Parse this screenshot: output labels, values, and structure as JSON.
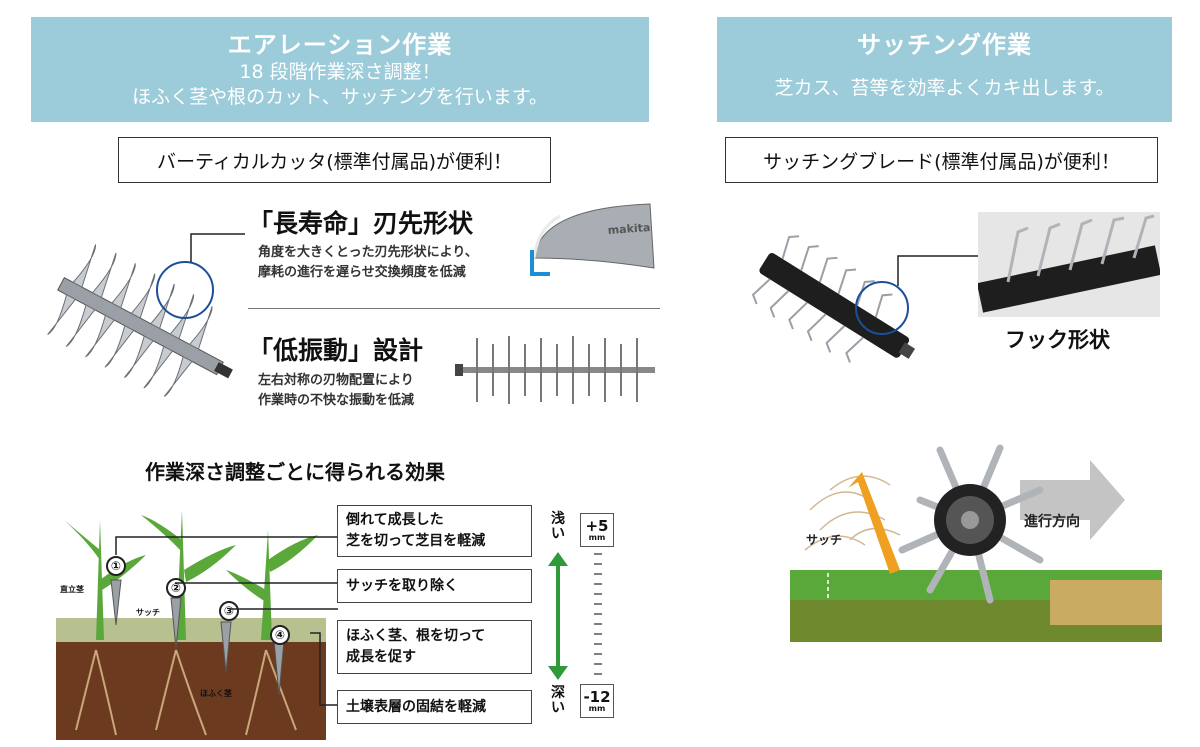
{
  "left": {
    "banner": {
      "title": "エアレーション作業",
      "line1": "18 段階作業深さ調整！",
      "line2": "ほふく茎や根のカット、サッチングを行います。"
    },
    "tool_label": "バーティカルカッタ(標準付属品)が便利！",
    "feature1": {
      "title": "「長寿命」刃先形状",
      "desc1": "角度を大きくとった刃先形状により、",
      "desc2": "摩耗の進行を遅らせ交換頻度を低減",
      "blade_mark": "makita"
    },
    "feature2": {
      "title": "「低振動」設計",
      "desc1": "左右対称の刃物配置により",
      "desc2": "作業時の不快な振動を低減"
    },
    "effects": {
      "title": "作業深さ調整ごとに得られる効果",
      "items": [
        {
          "num": "①",
          "line1": "倒れて成長した",
          "line2": "芝を切って芝目を軽減"
        },
        {
          "num": "②",
          "line1": "サッチを取り除く",
          "line2": ""
        },
        {
          "num": "③",
          "line1": "ほふく茎、根を切って",
          "line2": "成長を促す"
        },
        {
          "num": "④",
          "line1": "土壌表層の固結を軽減",
          "line2": ""
        }
      ],
      "shallow": "浅い",
      "deep": "深い",
      "top_mm": "+5",
      "bottom_mm": "-12",
      "unit": "mm",
      "label_stem": "直立茎",
      "label_thatch": "サッチ",
      "label_stolon": "ほふく茎"
    }
  },
  "right": {
    "banner": {
      "title": "サッチング作業",
      "line1": "芝カス、苔等を効率よくカキ出します。"
    },
    "tool_label": "サッチングブレード(標準付属品)が便利！",
    "hook_label": "フック形状",
    "direction_label": "進行方向",
    "thatch_label": "サッチ"
  },
  "colors": {
    "banner": "#9ccbd9",
    "grass": "#5aa83a",
    "soil": "#6b3a1f",
    "scale_arrow": "#2e9a3a",
    "orange_arrow": "#f0a020"
  }
}
